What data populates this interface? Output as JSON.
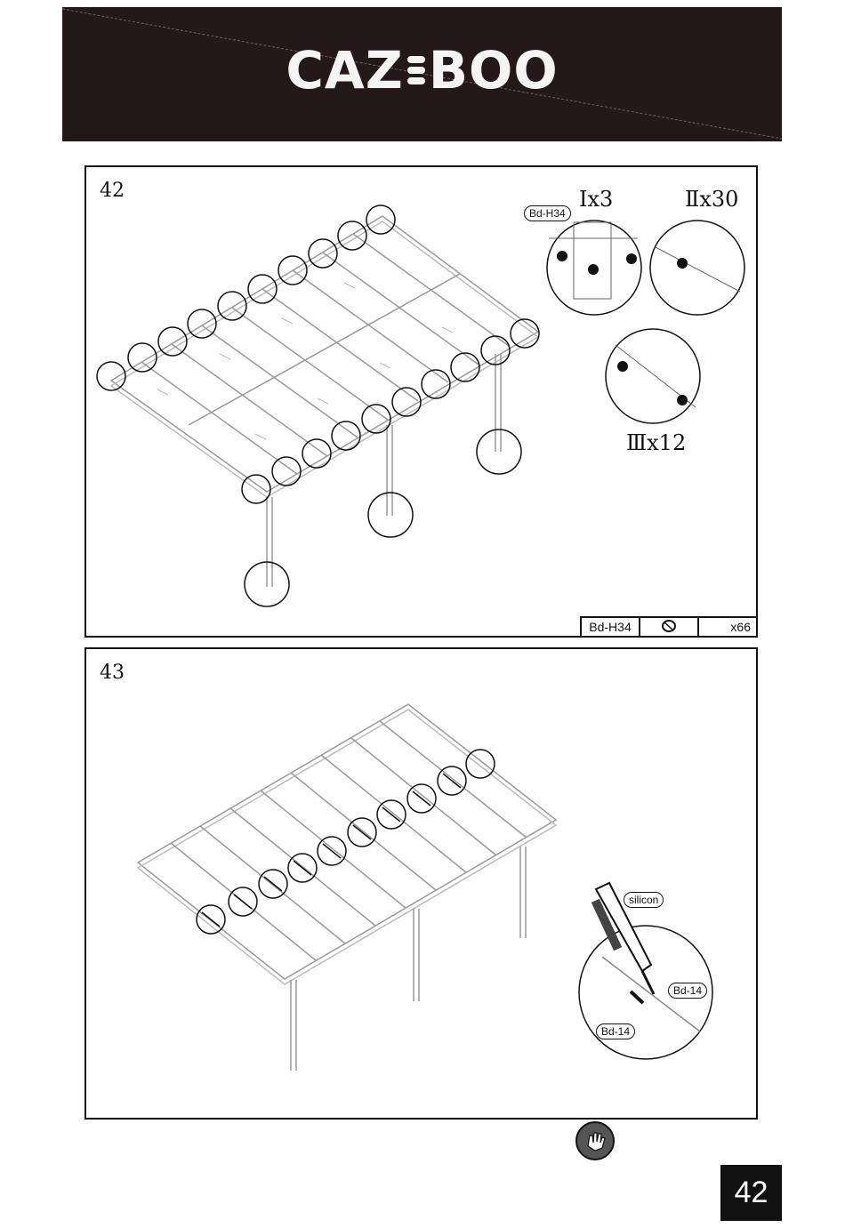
{
  "header": {
    "brand_left": "CAZ",
    "brand_right": "BOO"
  },
  "step42": {
    "number": "42",
    "parts": {
      "code": "Bd-H34",
      "icon": "cap-icon",
      "qty": "x66"
    },
    "detail_label": "Bd-H34",
    "qty1": "Ⅰx3",
    "qty2": "Ⅱx30",
    "qty3": "Ⅲx12"
  },
  "step43": {
    "number": "43",
    "silicon_label": "silicon",
    "bd14_label_a": "Bd-14",
    "bd14_label_b": "Bd-14"
  },
  "footer": {
    "glove_icon": "glove-icon",
    "page_number": "42"
  }
}
